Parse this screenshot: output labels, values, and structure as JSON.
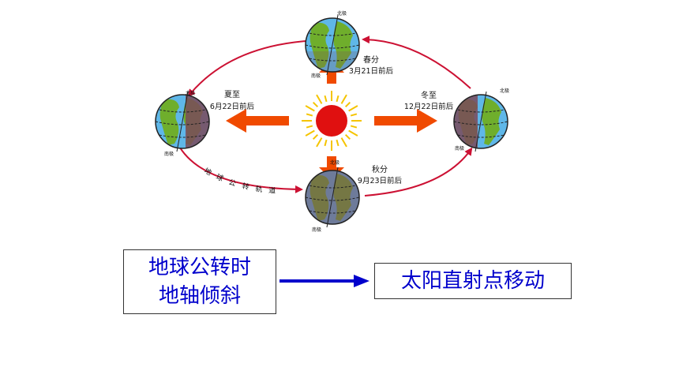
{
  "diagram": {
    "north_pole": "北极",
    "south_pole": "南极",
    "seasons": {
      "spring": {
        "name": "春分",
        "date": "3月21日前后"
      },
      "summer": {
        "name": "夏至",
        "date": "6月22日前后"
      },
      "autumn": {
        "name": "秋分",
        "date": "9月23日前后"
      },
      "winter": {
        "name": "冬至",
        "date": "12月22日前后"
      }
    },
    "orbit_label": [
      "地",
      "球",
      "公",
      "转",
      "轨",
      "道"
    ]
  },
  "bottom": {
    "cause_lines": [
      "地球公转时",
      "地轴倾斜"
    ],
    "effect": "太阳直射点移动"
  },
  "colors": {
    "orbit": "#cc1133",
    "sun": "#e01010",
    "sun_rays": "#f5c400",
    "arrow": "#f04a00",
    "text_blue": "#0000cc",
    "ocean": "#5fb7e8",
    "land": "#6fae2c",
    "night": "#7a4a5a"
  }
}
